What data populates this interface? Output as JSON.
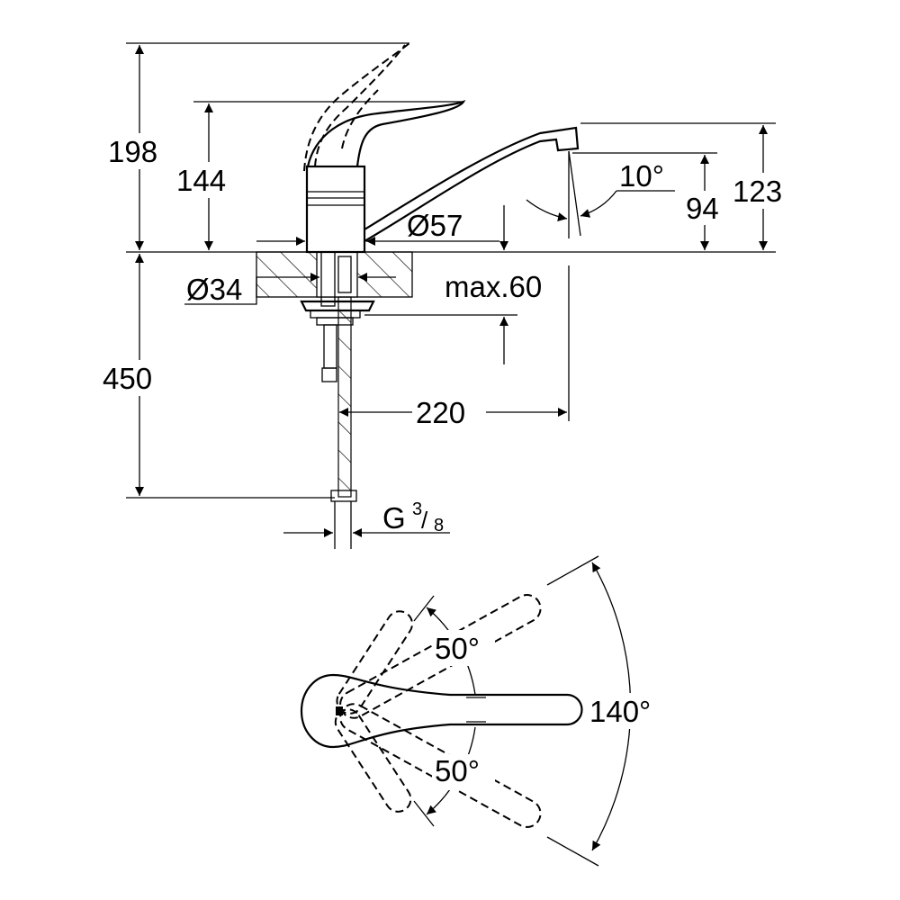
{
  "drawing": {
    "side_view": {
      "total_height": "198",
      "handle_height": "144",
      "spout_height": "123",
      "outlet_height": "94",
      "outlet_angle": "10°",
      "body_diameter": "Ø57",
      "hole_diameter": "Ø34",
      "max_counter_thickness": "max.60",
      "hose_length": "450",
      "spout_reach": "220",
      "connection_thread": "G",
      "thread_num": "3",
      "thread_den": "8"
    },
    "top_view": {
      "swivel_angle": "140°",
      "lever_angle_up": "50°",
      "lever_angle_down": "50°"
    }
  }
}
